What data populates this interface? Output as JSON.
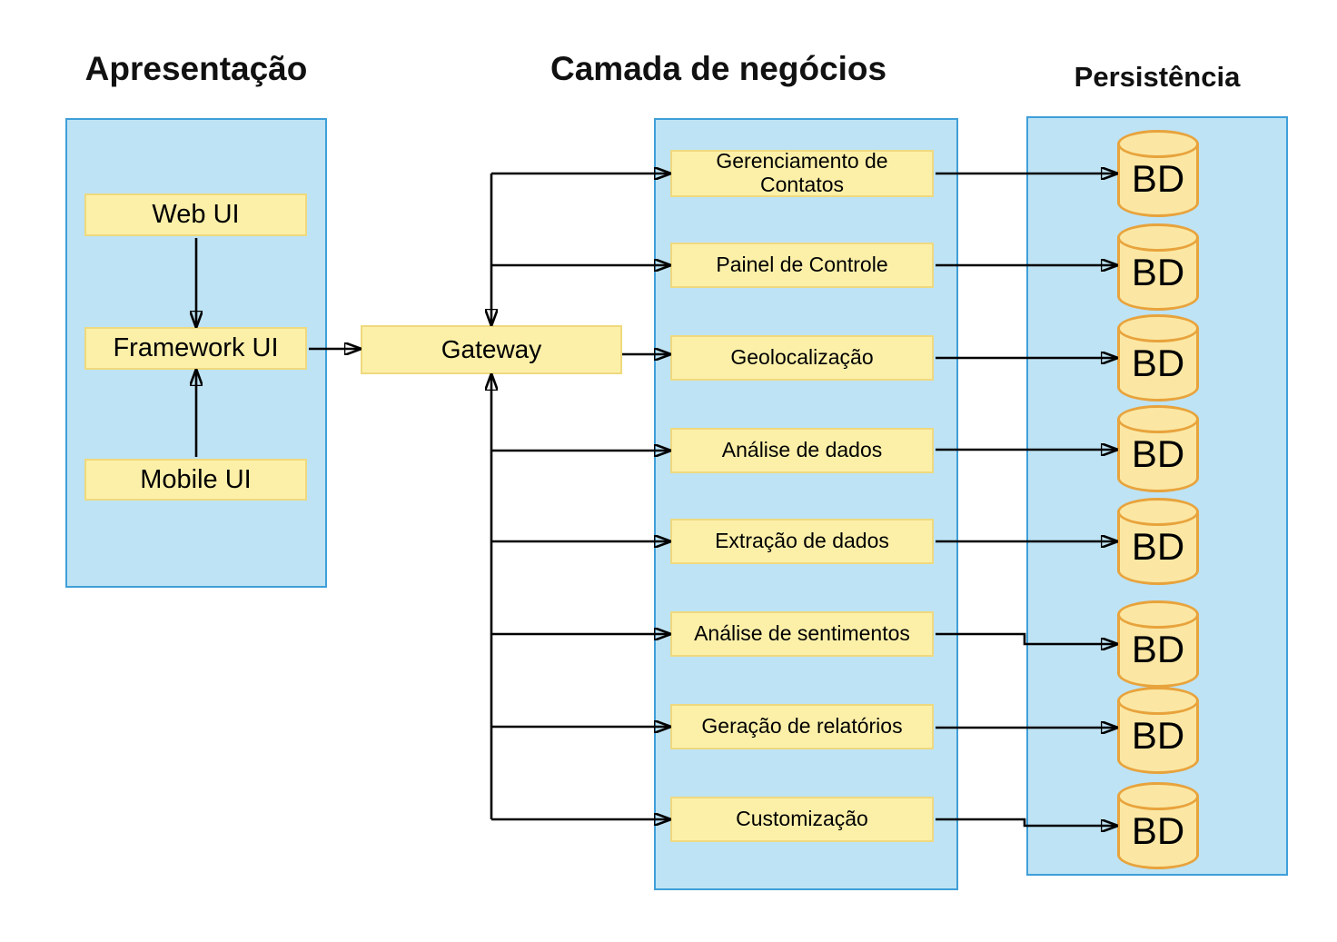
{
  "layers": {
    "presentation": {
      "title": "Apresentação",
      "nodes": [
        {
          "label": "Web UI"
        },
        {
          "label": "Framework UI"
        },
        {
          "label": "Mobile UI"
        }
      ]
    },
    "business": {
      "title": "Camada de negócios",
      "services": [
        {
          "label": "Gerenciamento de Contatos"
        },
        {
          "label": "Painel de Controle"
        },
        {
          "label": "Geolocalização"
        },
        {
          "label": "Análise de dados"
        },
        {
          "label": "Extração de dados"
        },
        {
          "label": "Análise de sentimentos"
        },
        {
          "label": "Geração de relatórios"
        },
        {
          "label": "Customização"
        }
      ]
    },
    "persistence": {
      "title": "Persistência",
      "db_label": "BD",
      "db_count": 8
    }
  },
  "gateway": {
    "label": "Gateway"
  },
  "colors": {
    "container_fill": "#bee3f4",
    "container_border": "#3f9fd9",
    "node_fill": "#fcf0a9",
    "node_border": "#efd97e",
    "cylinder_fill": "#fbe7a3",
    "cylinder_border": "#e8a33c",
    "arrow": "#000000",
    "background": "#ffffff"
  }
}
